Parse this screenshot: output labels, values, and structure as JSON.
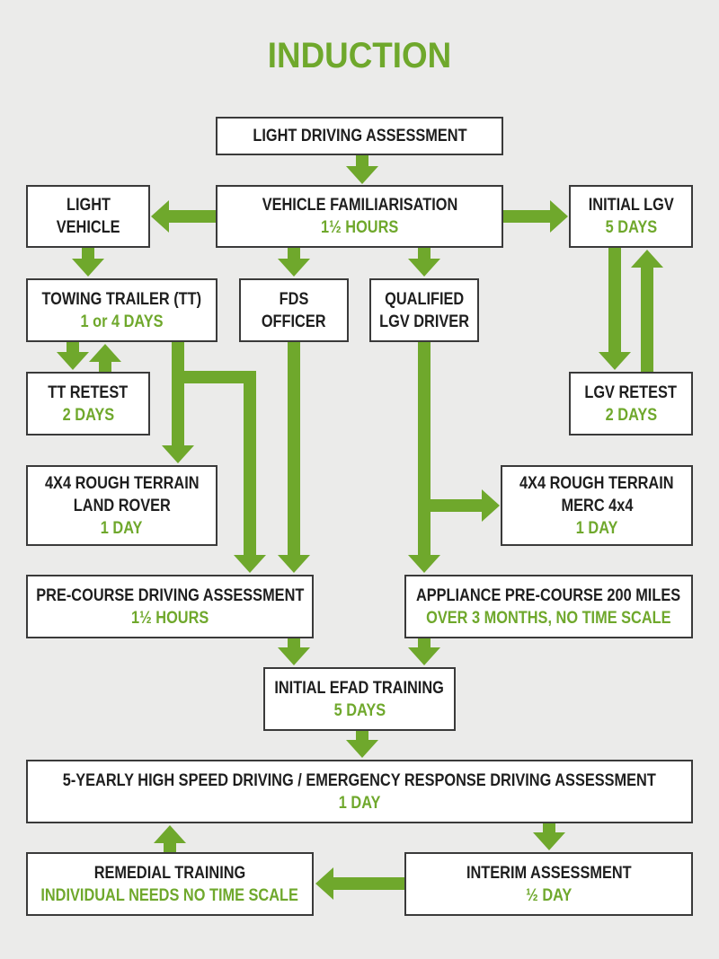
{
  "title": "INDUCTION",
  "colors": {
    "accent": "#6fa82c",
    "background": "#ebebea",
    "box_border": "#3a3a3a",
    "text": "#1e1e1e"
  },
  "nodes": {
    "light_driving_assessment": {
      "lines": [
        "LIGHT DRIVING ASSESSMENT"
      ],
      "duration": ""
    },
    "vehicle_familiarisation": {
      "lines": [
        "VEHICLE FAMILIARISATION"
      ],
      "duration": "1½ HOURS"
    },
    "light_vehicle": {
      "lines": [
        "LIGHT",
        "VEHICLE"
      ],
      "duration": ""
    },
    "initial_lgv": {
      "lines": [
        "INITIAL LGV"
      ],
      "duration": "5 DAYS"
    },
    "towing_trailer": {
      "lines": [
        "TOWING TRAILER (TT)"
      ],
      "duration": "1 or 4 DAYS"
    },
    "fds_officer": {
      "lines": [
        "FDS",
        "OFFICER"
      ],
      "duration": ""
    },
    "qualified_lgv_driver": {
      "lines": [
        "QUALIFIED",
        "LGV DRIVER"
      ],
      "duration": ""
    },
    "tt_retest": {
      "lines": [
        "TT RETEST"
      ],
      "duration": "2 DAYS"
    },
    "lgv_retest": {
      "lines": [
        "LGV RETEST"
      ],
      "duration": "2 DAYS"
    },
    "rough_terrain_land_rover": {
      "lines": [
        "4X4 ROUGH TERRAIN",
        "LAND ROVER"
      ],
      "duration": "1 DAY"
    },
    "rough_terrain_merc": {
      "lines": [
        "4X4 ROUGH TERRAIN",
        "MERC 4x4"
      ],
      "duration": "1 DAY"
    },
    "pre_course_driving_assessment": {
      "lines": [
        "PRE-COURSE DRIVING ASSESSMENT"
      ],
      "duration": "1½ HOURS"
    },
    "appliance_pre_course": {
      "lines": [
        "APPLIANCE PRE-COURSE 200 MILES"
      ],
      "duration": "OVER 3 MONTHS, NO TIME SCALE"
    },
    "initial_efad_training": {
      "lines": [
        "INITIAL EFAD TRAINING"
      ],
      "duration": "5 DAYS"
    },
    "five_yearly_assessment": {
      "lines": [
        "5-YEARLY HIGH SPEED DRIVING / EMERGENCY RESPONSE DRIVING ASSESSMENT"
      ],
      "duration": "1 DAY"
    },
    "remedial_training": {
      "lines": [
        "REMEDIAL TRAINING"
      ],
      "duration": "INDIVIDUAL NEEDS NO TIME SCALE"
    },
    "interim_assessment": {
      "lines": [
        "INTERIM ASSESSMENT"
      ],
      "duration": "½ DAY"
    }
  },
  "edges": [
    {
      "from": "light_driving_assessment",
      "to": "vehicle_familiarisation"
    },
    {
      "from": "vehicle_familiarisation",
      "to": "light_vehicle"
    },
    {
      "from": "vehicle_familiarisation",
      "to": "initial_lgv"
    },
    {
      "from": "vehicle_familiarisation",
      "to": "fds_officer"
    },
    {
      "from": "vehicle_familiarisation",
      "to": "qualified_lgv_driver"
    },
    {
      "from": "light_vehicle",
      "to": "towing_trailer"
    },
    {
      "from": "towing_trailer",
      "to": "tt_retest"
    },
    {
      "from": "tt_retest",
      "to": "towing_trailer"
    },
    {
      "from": "initial_lgv",
      "to": "lgv_retest"
    },
    {
      "from": "lgv_retest",
      "to": "initial_lgv"
    },
    {
      "from": "towing_trailer",
      "to": "rough_terrain_land_rover"
    },
    {
      "from": "towing_trailer",
      "to": "pre_course_driving_assessment"
    },
    {
      "from": "fds_officer",
      "to": "pre_course_driving_assessment"
    },
    {
      "from": "qualified_lgv_driver",
      "to": "rough_terrain_merc"
    },
    {
      "from": "qualified_lgv_driver",
      "to": "appliance_pre_course"
    },
    {
      "from": "pre_course_driving_assessment",
      "to": "initial_efad_training"
    },
    {
      "from": "appliance_pre_course",
      "to": "initial_efad_training"
    },
    {
      "from": "initial_efad_training",
      "to": "five_yearly_assessment"
    },
    {
      "from": "five_yearly_assessment",
      "to": "interim_assessment"
    },
    {
      "from": "interim_assessment",
      "to": "remedial_training"
    },
    {
      "from": "remedial_training",
      "to": "five_yearly_assessment"
    }
  ]
}
